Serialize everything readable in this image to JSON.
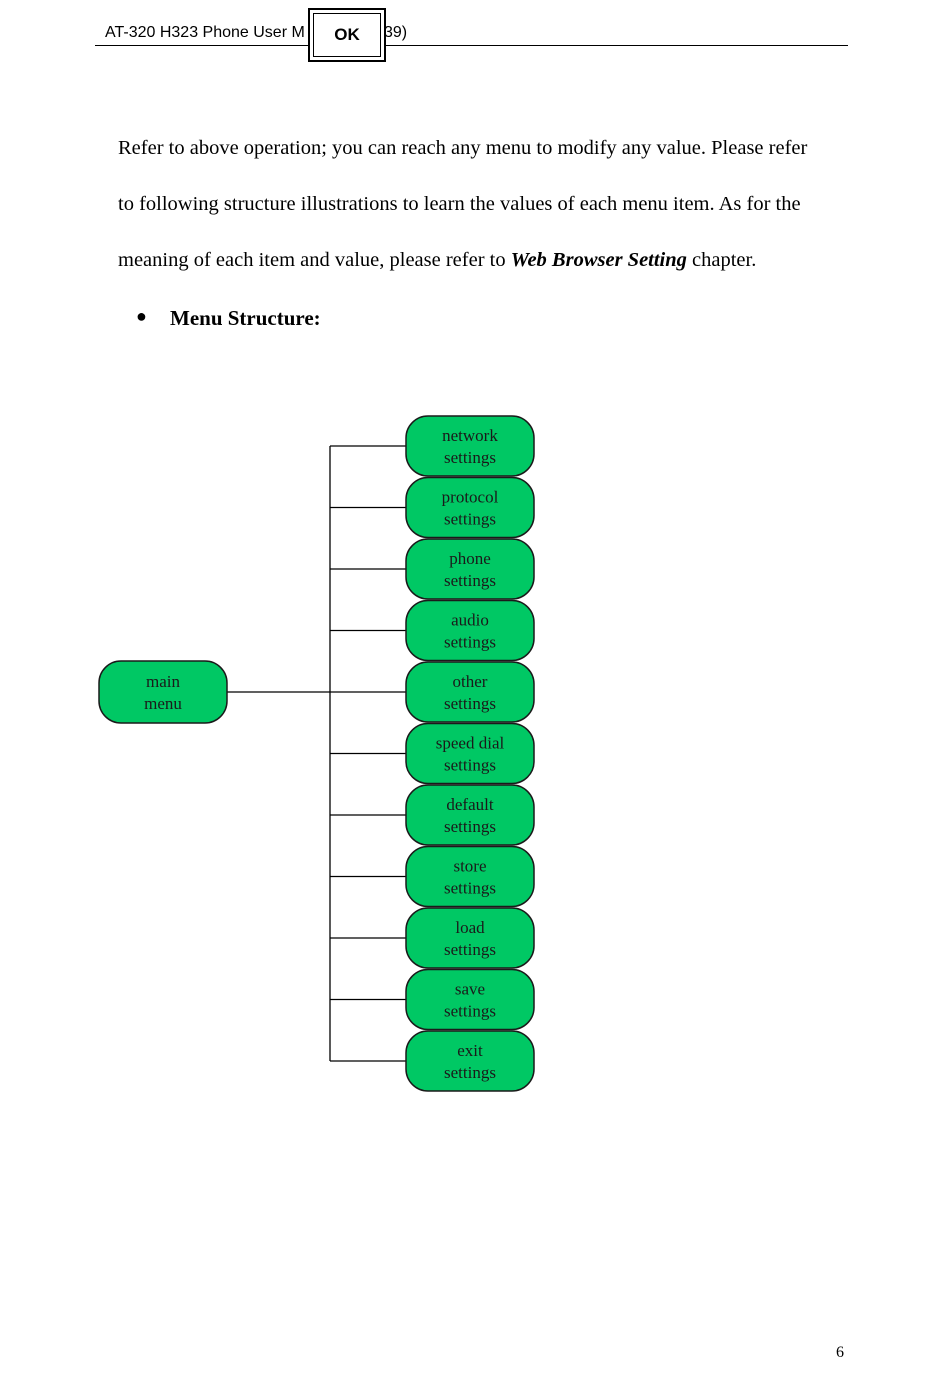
{
  "header": {
    "title_left": "AT-320 H323 Phone User M",
    "title_right": "39)",
    "ok_button_label": "OK"
  },
  "body": {
    "paragraph_line_1": "Refer to above operation; you can reach any menu to modify any value. Please refer",
    "paragraph_line_2": "to following structure illustrations to learn the values of each menu item. As for the",
    "paragraph_line_3_before": "meaning of each item and value, please refer to ",
    "paragraph_line_3_emphasis": "Web Browser Setting",
    "paragraph_line_3_after": " chapter.",
    "bullet_symbol": "●",
    "bullet_heading": "Menu Structure:"
  },
  "diagram": {
    "node_color": "#00c864",
    "root": {
      "line1": "main",
      "line2": "menu"
    },
    "items": [
      {
        "line1": "network",
        "line2": "settings"
      },
      {
        "line1": "protocol",
        "line2": "settings"
      },
      {
        "line1": "phone",
        "line2": "settings"
      },
      {
        "line1": "audio",
        "line2": "settings"
      },
      {
        "line1": "other",
        "line2": "settings"
      },
      {
        "line1": "speed dial",
        "line2": "settings"
      },
      {
        "line1": "default",
        "line2": "settings"
      },
      {
        "line1": "store",
        "line2": "settings"
      },
      {
        "line1": "load",
        "line2": "settings"
      },
      {
        "line1": "save",
        "line2": "settings"
      },
      {
        "line1": "exit",
        "line2": "settings"
      }
    ]
  },
  "footer": {
    "page_number": "6"
  }
}
